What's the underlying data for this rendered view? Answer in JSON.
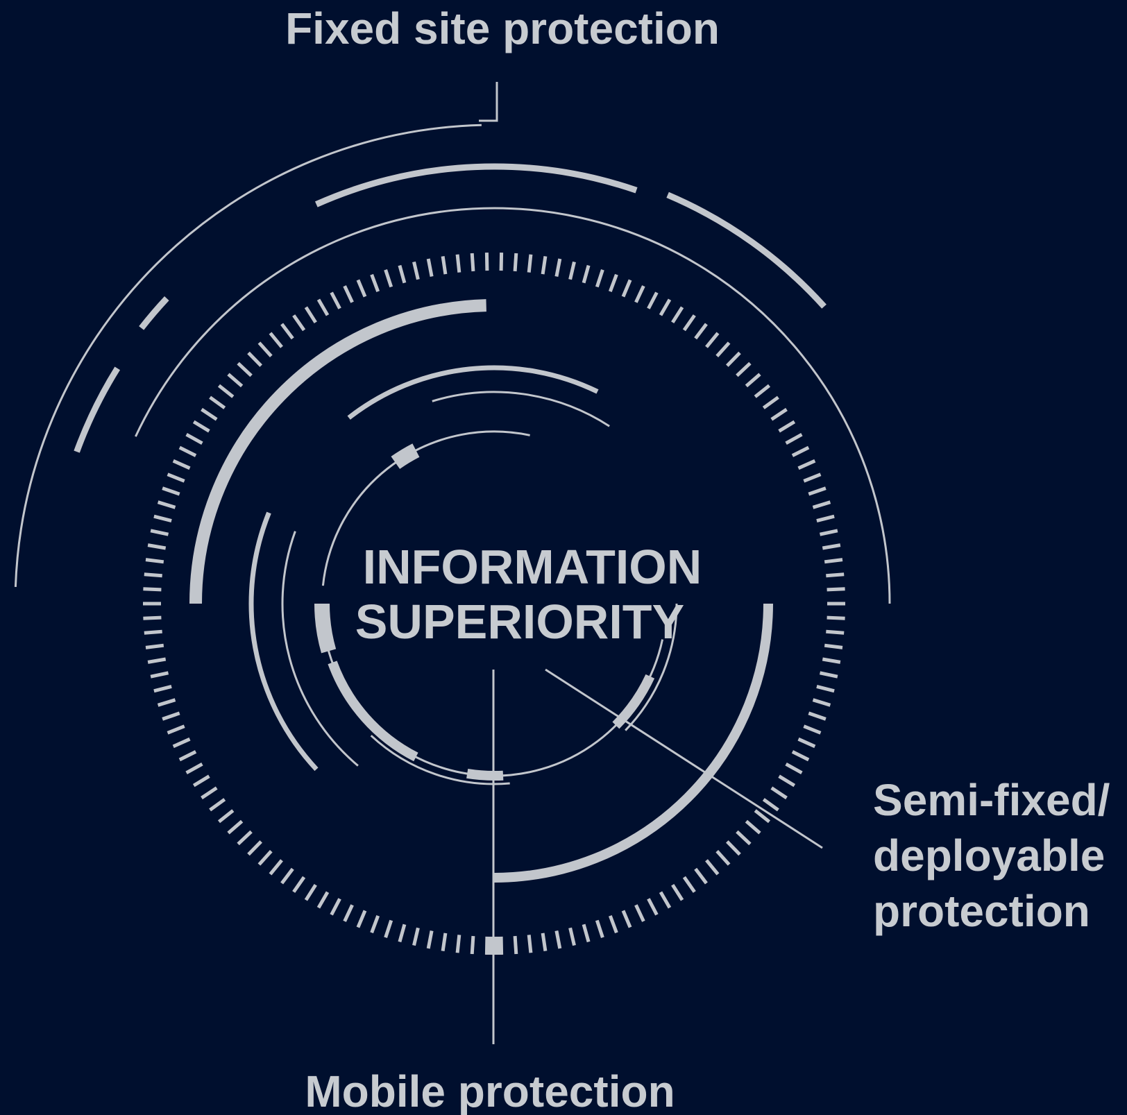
{
  "labels": {
    "top": "Fixed site protection",
    "center": [
      "INFORMATION",
      "SUPERIORITY"
    ],
    "right": [
      "Semi-fixed/",
      "deployable",
      "protection"
    ],
    "bottom": "Mobile protection"
  },
  "colors": {
    "background": "#000f2e",
    "stroke": "#c2c6cc",
    "text": "#c7cbd0"
  }
}
